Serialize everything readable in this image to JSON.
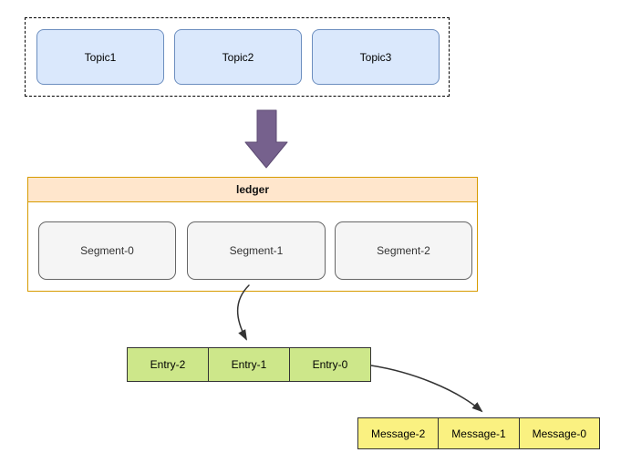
{
  "diagram": {
    "topics": [
      "Topic1",
      "Topic2",
      "Topic3"
    ],
    "ledger": {
      "title": "ledger",
      "segments": [
        "Segment-0",
        "Segment-1",
        "Segment-2"
      ]
    },
    "entries": [
      "Entry-2",
      "Entry-1",
      "Entry-0"
    ],
    "messages": [
      "Message-2",
      "Message-1",
      "Message-0"
    ]
  },
  "colors": {
    "topic_fill": "#dae8fc",
    "topic_border": "#6c8ebf",
    "arrow_fill": "#76618d",
    "arrow_border": "#5d4b73",
    "ledger_border": "#d79b00",
    "ledger_header_fill": "#ffe6cc",
    "segment_fill": "#f5f5f5",
    "segment_border": "#666666",
    "entry_fill": "#cde78a",
    "entry_border": "#333333",
    "message_fill": "#faf181",
    "message_border": "#333333",
    "connector": "#333333"
  }
}
